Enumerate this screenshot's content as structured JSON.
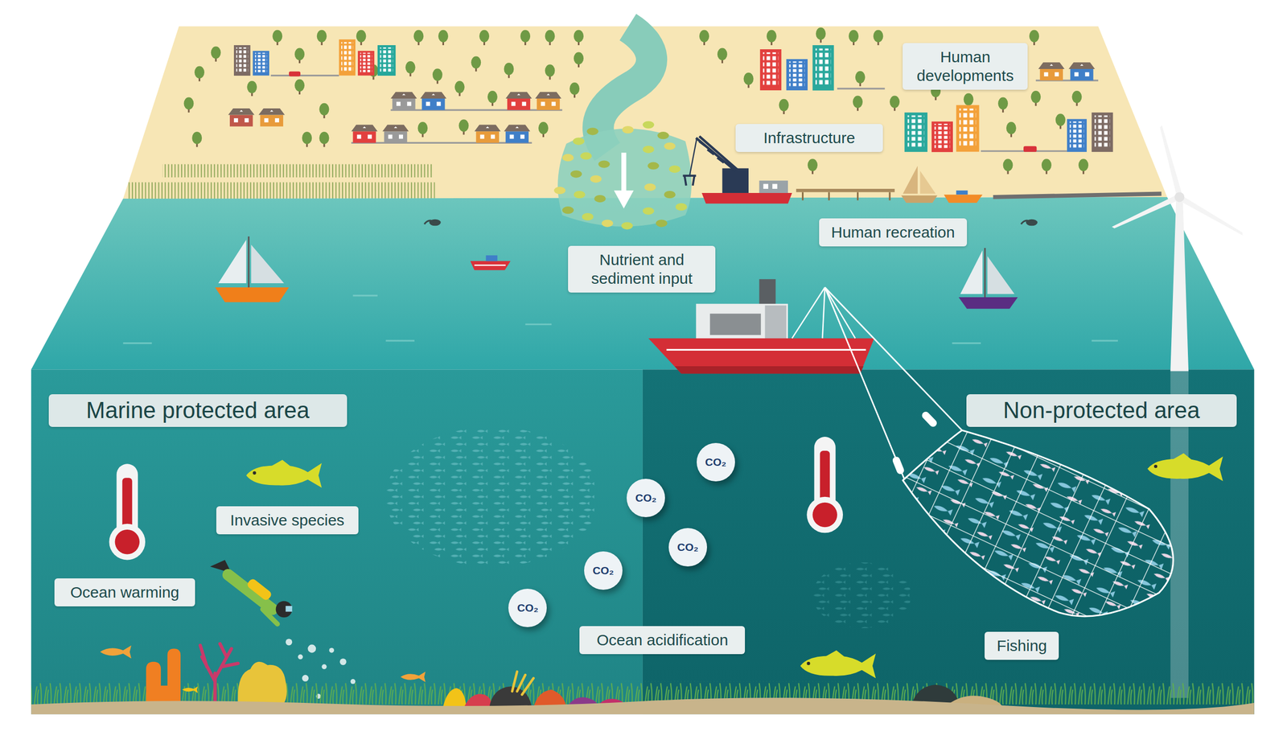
{
  "diagram": {
    "nodes": [
      {
        "text": [
          "Human developments"
        ]
      },
      {
        "text": [
          "Infrastructure"
        ]
      },
      {
        "text": [
          "Human recreation"
        ]
      },
      {
        "text": [
          "Nutrient and sediment input"
        ]
      },
      {
        "text": [
          "Marine protected area"
        ]
      },
      {
        "text": [
          "Non-protected area"
        ]
      },
      {
        "text": [
          "Invasive species"
        ]
      },
      {
        "text": [
          "Ocean warming"
        ]
      },
      {
        "text": [
          "CO₂"
        ]
      },
      {
        "text": [
          "CO₂"
        ]
      },
      {
        "text": [
          "CO₂"
        ]
      },
      {
        "text": [
          "CO₂"
        ]
      },
      {
        "text": [
          "CO₂"
        ]
      },
      {
        "text": [
          "Ocean acidification"
        ]
      },
      {
        "text": [
          "Fishing"
        ]
      }
    ]
  }
}
